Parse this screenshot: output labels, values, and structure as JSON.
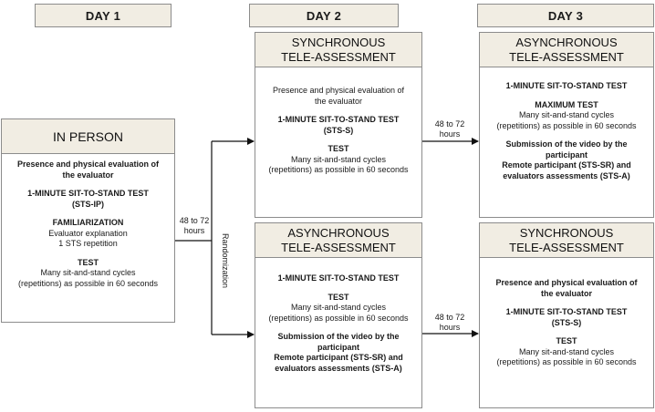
{
  "days": {
    "day1": "DAY 1",
    "day2": "DAY 2",
    "day3": "DAY 3"
  },
  "in_person": {
    "title": "IN PERSON",
    "presence_1": "Presence and physical evaluation of",
    "presence_2": "the evaluator",
    "test_name": "1-MINUTE SIT-TO-STAND TEST",
    "test_code": "(STS-IP)",
    "familiarization": "FAMILIARIZATION",
    "evaluator_explanation": "Evaluator explanation",
    "repetition": "1 STS repetition",
    "test_label": "TEST",
    "test_desc_1": "Many sit-and-stand cycles",
    "test_desc_2": "(repetitions)  as possible in 60 seconds"
  },
  "day2_sync": {
    "title_1": "SYNCHRONOUS",
    "title_2": "TELE-ASSESSMENT",
    "presence_1": "Presence and physical evaluation of",
    "presence_2": "the evaluator",
    "test_name": "1-MINUTE SIT-TO-STAND TEST",
    "test_code": "(STS-S)",
    "test_label": "TEST",
    "test_desc_1": "Many sit-and-stand cycles",
    "test_desc_2": "(repetitions)  as possible in 60 seconds"
  },
  "day2_async": {
    "title_1": "ASYNCHRONOUS",
    "title_2": "TELE-ASSESSMENT",
    "test_name": "1-MINUTE SIT-TO-STAND TEST",
    "test_label": "TEST",
    "test_desc_1": "Many sit-and-stand cycles",
    "test_desc_2": "(repetitions)  as possible in 60 seconds",
    "submission_1": "Submission of the video by the",
    "submission_2": "participant",
    "remote_1": "Remote participant (STS-SR) and",
    "remote_2": "evaluators assessments (STS-A)"
  },
  "day3_async": {
    "title_1": "ASYNCHRONOUS",
    "title_2": "TELE-ASSESSMENT",
    "test_name": "1-MINUTE SIT-TO-STAND TEST",
    "max_label": "MAXIMUM TEST",
    "max_desc_1": "Many sit-and-stand cycles",
    "max_desc_2": "(repetitions)  as possible in 60 seconds",
    "submission_1": "Submission of the video by the",
    "submission_2": "participant",
    "remote_1": "Remote participant (STS-SR) and",
    "remote_2": "evaluators assessments (STS-A)"
  },
  "day3_sync": {
    "title_1": "SYNCHRONOUS",
    "title_2": "TELE-ASSESSMENT",
    "presence_1": "Presence and physical evaluation of",
    "presence_2": "the evaluator",
    "test_name": "1-MINUTE SIT-TO-STAND TEST",
    "test_code": "(STS-S)",
    "test_label": "TEST",
    "test_desc_1": "Many sit-and-stand cycles",
    "test_desc_2": "(repetitions)  as possible in 60 seconds"
  },
  "connectors": {
    "interval_a_1": "48 to 72",
    "interval_a_2": "hours",
    "randomization": "Randomization",
    "interval_b_1": "48 to 72",
    "interval_b_2": "hours",
    "interval_c_1": "48 to 72",
    "interval_c_2": "hours"
  }
}
